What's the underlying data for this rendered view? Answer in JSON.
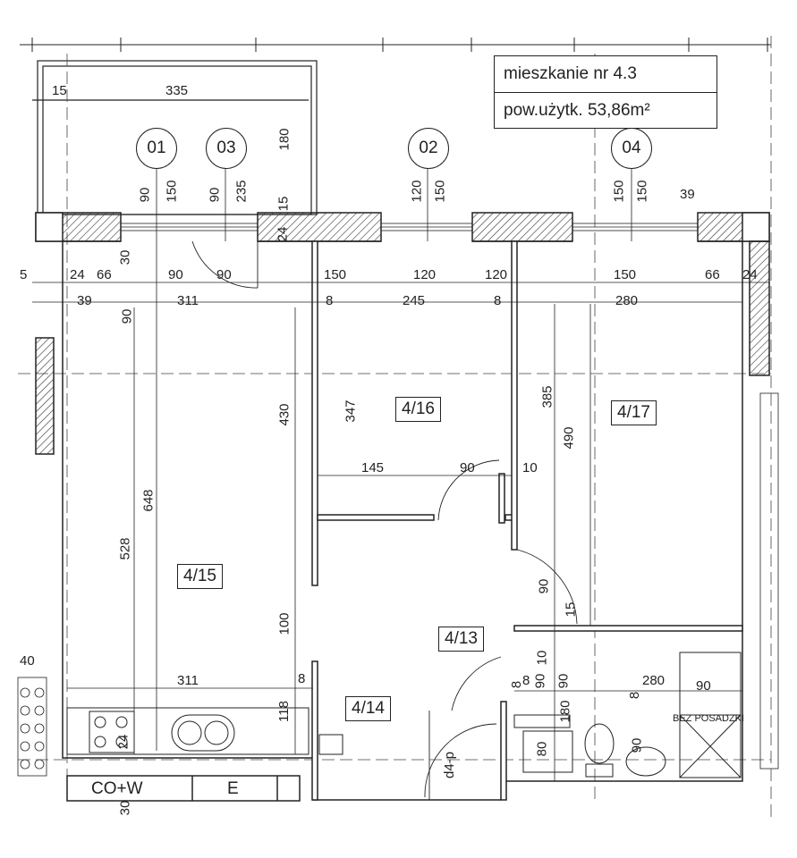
{
  "apartment": {
    "title": "mieszkanie nr 4.3",
    "area": "pow.użytk. 53,86m²"
  },
  "axes": [
    "01",
    "03",
    "02",
    "04"
  ],
  "rooms": [
    "4/15",
    "4/16",
    "4/17",
    "4/13",
    "4/14"
  ],
  "labels": {
    "coW": "CO+W",
    "e": "E",
    "bath": "BEZ POSADZKI",
    "duct": "d4-p"
  },
  "dims": {
    "h1": "15",
    "h2": "335",
    "h3": "24",
    "h4": "66",
    "h5": "90",
    "h6": "90",
    "h7": "150",
    "h8": "120",
    "h9": "120",
    "h10": "150",
    "h11": "66",
    "h12": "24",
    "h13": "39",
    "h14": "311",
    "h15": "8",
    "h16": "245",
    "h17": "8",
    "h18": "280",
    "h19": "145",
    "h20": "90",
    "h21": "10",
    "h22": "311",
    "h23": "280",
    "h24": "90",
    "h25": "5",
    "h26": "39",
    "h27": "40",
    "h28": "8",
    "h29": "8",
    "v1": "90",
    "v2": "150",
    "v3": "90",
    "v4": "235",
    "v5": "180",
    "v6": "15",
    "v7": "120",
    "v8": "150",
    "v9": "150",
    "v10": "150",
    "v11": "30",
    "v12": "24",
    "v13": "90",
    "v14": "430",
    "v15": "347",
    "v16": "385",
    "v17": "490",
    "v18": "648",
    "v19": "528",
    "v20": "100",
    "v21": "90",
    "v22": "15",
    "v23": "118",
    "v24": "24",
    "v25": "90",
    "v26": "10",
    "v27": "90",
    "v28": "180",
    "v29": "80",
    "v30": "90",
    "v31": "30",
    "v32": "8",
    "v33": "8"
  }
}
